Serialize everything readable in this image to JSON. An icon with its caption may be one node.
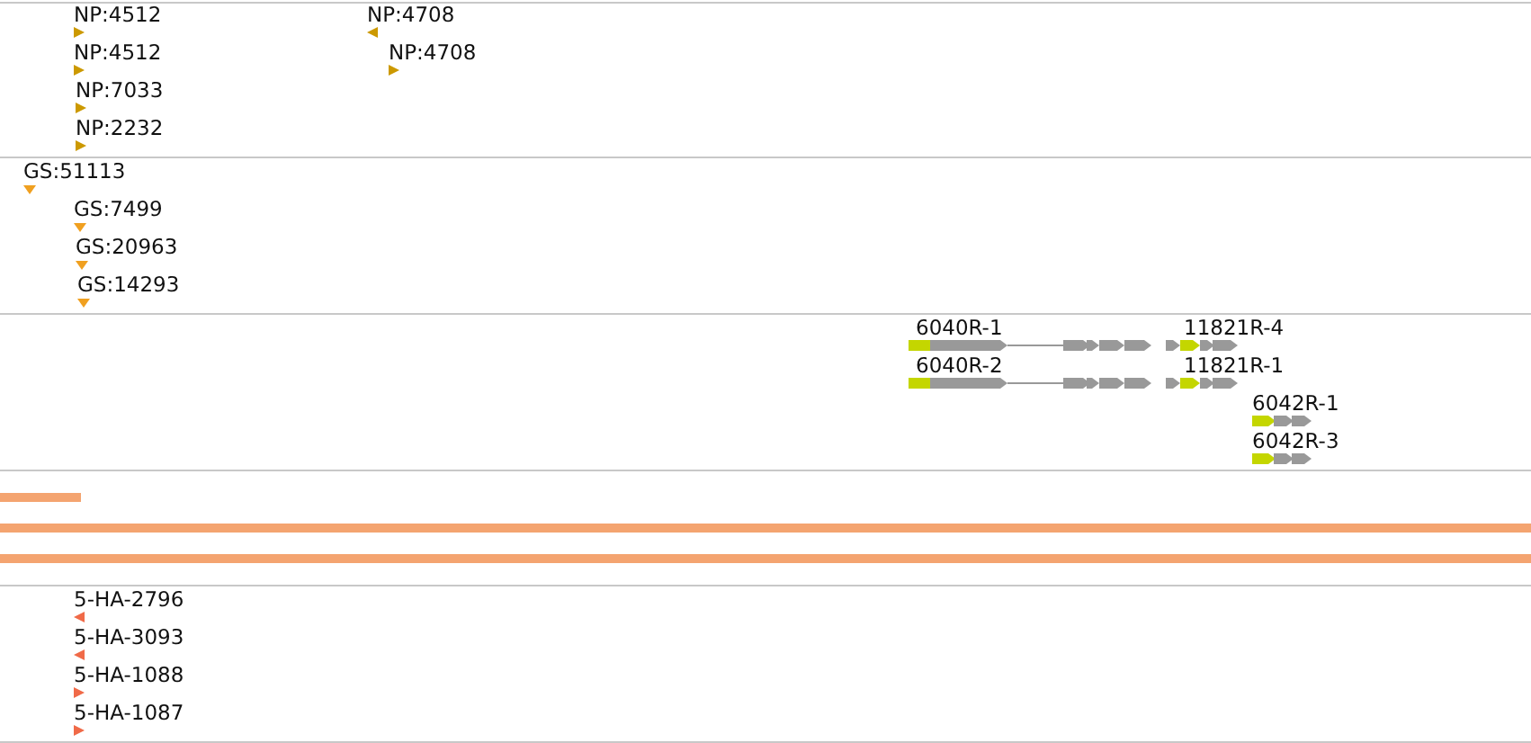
{
  "diagram": {
    "labels": [
      "NP:4512",
      "NP:4708",
      "NP:4512",
      "NP:4708",
      "NP:7033",
      "NP:2232",
      "GS:51113",
      "GS:7499",
      "GS:20963",
      "GS:14293",
      "6040R-1",
      "11821R-4",
      "6040R-2",
      "11821R-1",
      "6042R-1",
      "6042R-3",
      "5-HA-2796",
      "5-HA-3093",
      "5-HA-1088",
      "5-HA-1087"
    ]
  }
}
